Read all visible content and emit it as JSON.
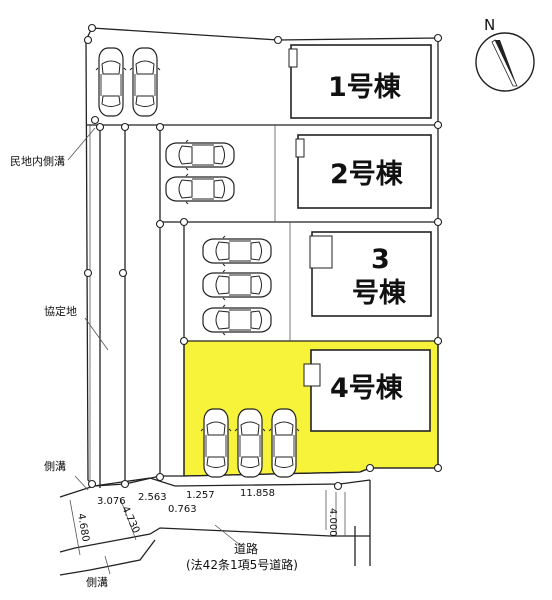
{
  "compass": {
    "north_label": "N",
    "icon": "north-arrow-icon"
  },
  "buildings": [
    {
      "id": "1",
      "label": "1号棟"
    },
    {
      "id": "2",
      "label": "2号棟"
    },
    {
      "id": "3",
      "label_line1": "3",
      "label_line2": "号棟"
    },
    {
      "id": "4",
      "label": "4号棟",
      "highlight_color": "#f7f23a"
    }
  ],
  "labels": {
    "private_drain": "民地内側溝",
    "agreement_land": "協定地",
    "side_drain_top": "側溝",
    "side_drain_bottom": "側溝",
    "road_line1": "道路",
    "road_line2": "(法42条1項5号道路)"
  },
  "dimensions": {
    "d1": "3.076",
    "d2": "2.563",
    "d3": "0.763",
    "d4": "1.257",
    "d5": "11.858",
    "d6": "4.000",
    "d7": "4.680",
    "d8": "4.730"
  },
  "parking": {
    "lot1_cars": 2,
    "lot2_cars": 2,
    "lot3_cars": 3,
    "lot4_cars": 3
  }
}
